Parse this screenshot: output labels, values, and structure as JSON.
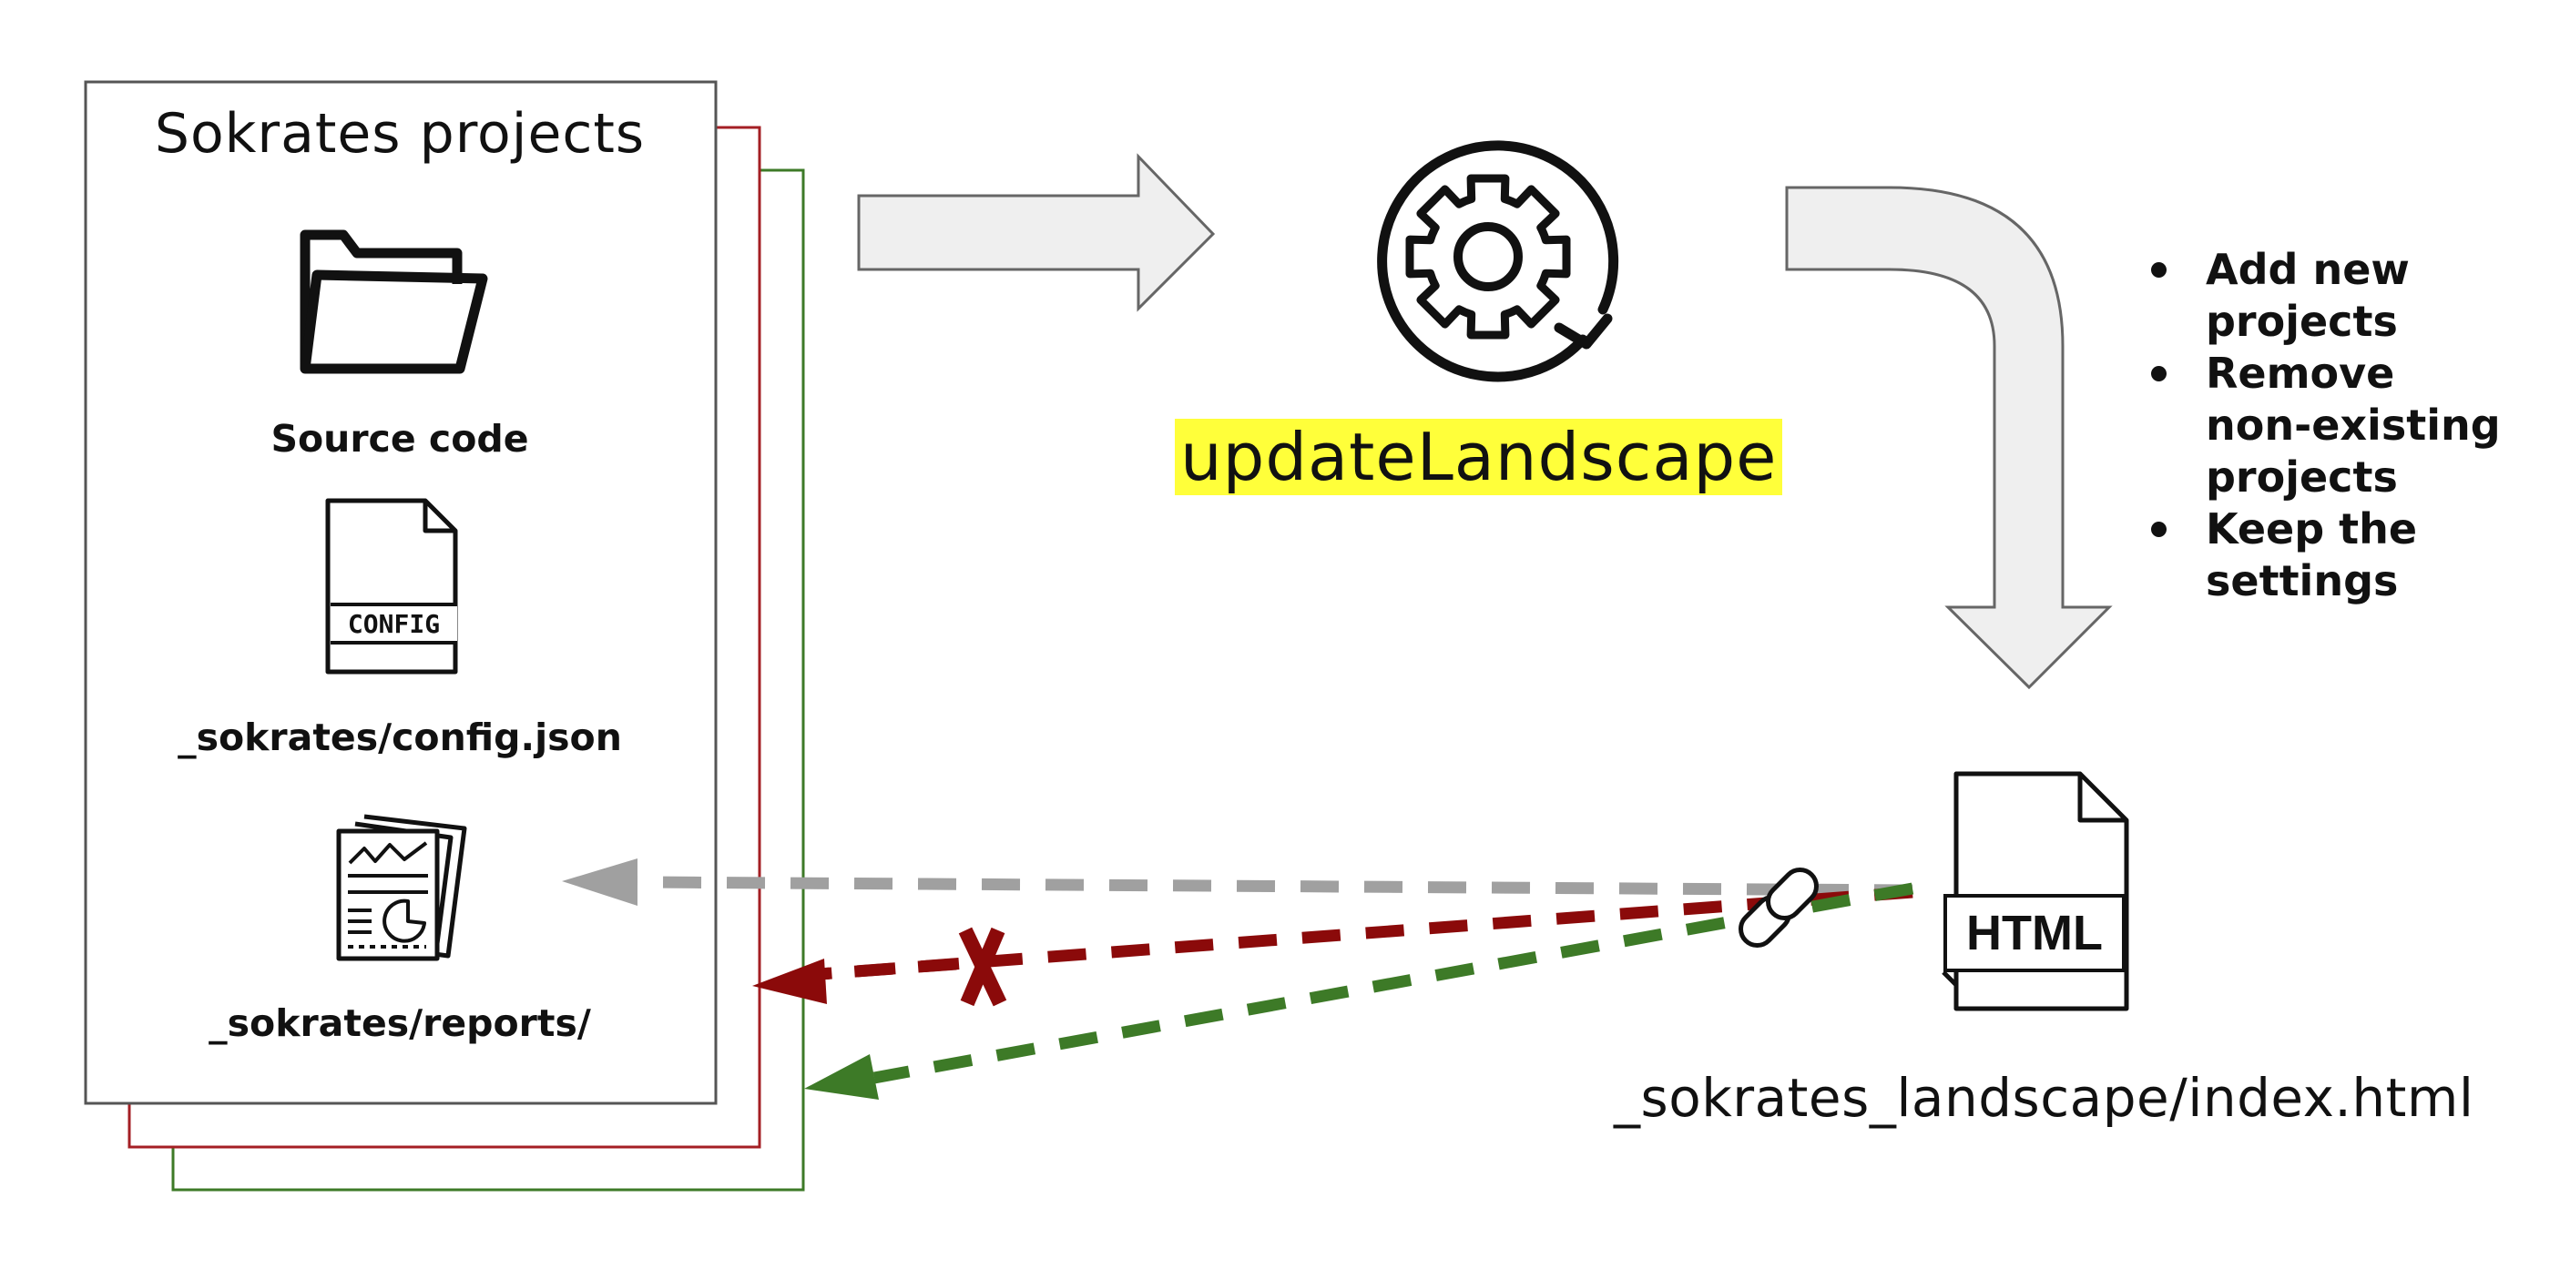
{
  "projects_stack": {
    "title": "Sokrates projects",
    "items": [
      {
        "icon": "folder-icon",
        "label": "Source code"
      },
      {
        "icon": "config-file-icon",
        "icon_text": "CONFIG",
        "label": "_sokrates/config.json"
      },
      {
        "icon": "reports-icon",
        "label": "_sokrates/reports/"
      }
    ]
  },
  "tool": {
    "icon": "gear-cycle-icon",
    "name": "updateLandscape",
    "highlight_color": "#ffff3a"
  },
  "features": [
    "Add new projects",
    "Remove non-existing projects",
    "Keep the settings"
  ],
  "output": {
    "icon": "html-file-icon",
    "icon_text": "HTML",
    "label": "_sokrates_landscape/index.html"
  },
  "links": [
    {
      "from": "_sokrates_landscape/index.html",
      "to": "_sokrates/reports/",
      "style": "dashed",
      "color": "#a0a0a0"
    },
    {
      "from": "_sokrates_landscape/index.html",
      "to": "removed project",
      "style": "dashed",
      "color": "#8b0a0a",
      "marker": "x"
    },
    {
      "from": "_sokrates_landscape/index.html",
      "to": "new project",
      "style": "dashed",
      "color": "#3d7a27"
    }
  ],
  "colors": {
    "removed_project": "#a41f24",
    "new_project": "#3d7a27",
    "arrow_fill": "#efefef"
  }
}
